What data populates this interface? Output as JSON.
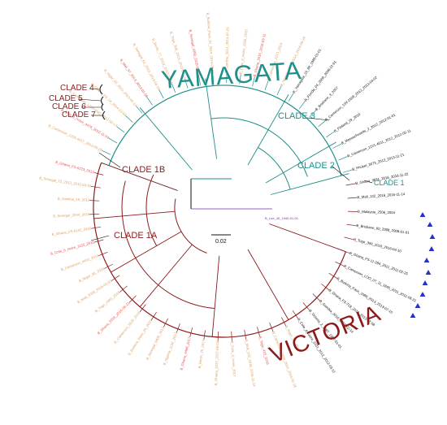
{
  "colors": {
    "victoria": "#8b1a1a",
    "yamagata": "#1e8f8a",
    "black": "#111111",
    "tan": "#d9a066",
    "red": "#e0504a",
    "purple": "#7a2fb0",
    "blue": "#2233cc"
  },
  "lineages": [
    {
      "key": "yamagata",
      "label": "YAMAGATA"
    },
    {
      "key": "victoria",
      "label": "VICTORIA"
    }
  ],
  "clades": {
    "clade_1a": "CLADE 1A",
    "clade_1b": "CLADE 1B",
    "clade_2": "CLADE 2",
    "clade_3": "CLADE 3",
    "clade_1": "CLADE 1",
    "clade_4": "CLADE 4",
    "clade_5": "CLADE 5",
    "clade_6": "CLADE 6",
    "clade_7": "CLADE 7"
  },
  "scale_bar": {
    "label": "0.02"
  },
  "root_label": "B_Lee_40_1940-01-01",
  "taxa": {
    "yam_key": [
      "B_Yamagata_16_88_1988-01-01",
      "B_Florida_04_2006_2006-11-01",
      "B_Brisbane_3_2007",
      "B_Cameroon_13V-2108_2013_2013-04-02",
      "B_Finland_29_2010",
      "B_Massachusetts_2_2012_2012-01-01",
      "B_Cameroon_1221-4611_2012_2012-05-11",
      "B_Phuket_3073_2013_2013-11-21"
    ],
    "yam_ring": [
      "B_Cameroon_1225-4417_2012-08-23",
      "B_Cote_d_Ivoire_4475_2012-11-04",
      "B_Cameroon_1219-4587_2012-10-17",
      "B_Ghana_FS_14_2014-12-02",
      "B_Niger_03_2013_2013-02-11",
      "B_Mali_07_2013_2013-01-08",
      "B_Senegal_61_2013_2013-04-10",
      "B_Benin_77_2013_2013-03-04",
      "B_Togo_306_2015_2015-01-12",
      "B_Senegal_3359_2015-01-19",
      "B_Burkina_Faso_61_2014_2014-08-02",
      "B_Gambia_2014_2014-07-29",
      "B_Cote_d_Ivoire_1156_2015",
      "B_Ghana_2016_2016-03-11",
      "B_Cameroon_1213_2014",
      "B_Nigeria_1071_2014_2014-06-24"
    ],
    "vic_key": [
      "B_Ghana_3831_2016_2016-11-22",
      "B_Mali_132_2016_2016-11-14",
      "B_Malaysia_2506_2004",
      "B_Brisbane_60_2008_2008-01-01",
      "B_Togo_399_2016_2016-04-10",
      "B_Ghana_FS-11-284_2011_2011-02-25",
      "B_Cameroon_LOO_07_11_1846_2011_2011-08-21",
      "B_Burkina_Faso_1089_2013_2013-07-10",
      "B_Ghana_FS-718_2013_2013-07-08",
      "B_Gambia_2016_2016-02-14",
      "B_Victoria_2_1987_1987-01-01",
      "B_Cote_d_Ivoire_3101_2012_2012-03-12"
    ],
    "vic_ring": [
      "B_Niger_21_2017",
      "B_Cameroon_7409_2015_2015-01-18",
      "B_Togo_415_2016",
      "B_Mali_132_2016_2016-11-14",
      "B_Cote_d_Ivoire_2017",
      "B_Ghana_2017_2017-06-04",
      "B_Benin_29_2017",
      "B_Ghana_4466_2017",
      "B_Nigeria_1132_2017",
      "B_Senegal_0409_2017",
      "B_Burkina_Faso_24_2015",
      "B_Cameroon_5525_2015",
      "B_Ghana_2016_2016-06-21",
      "B_Togo_LWG_2016",
      "B_Mali_2016_2016-01-03",
      "B_Niger_35_2016",
      "B_Cameroon_4410_2016",
      "B_Cote_d_Ivoire_1122_2016",
      "B_Ghana_FS-0142_2016",
      "B_Senegal_2044_2016",
      "B_Gambia_19_2012",
      "B_Senegal_15_2012_2012-03-16",
      "B_Ghana_FS-0223_2012"
    ]
  }
}
